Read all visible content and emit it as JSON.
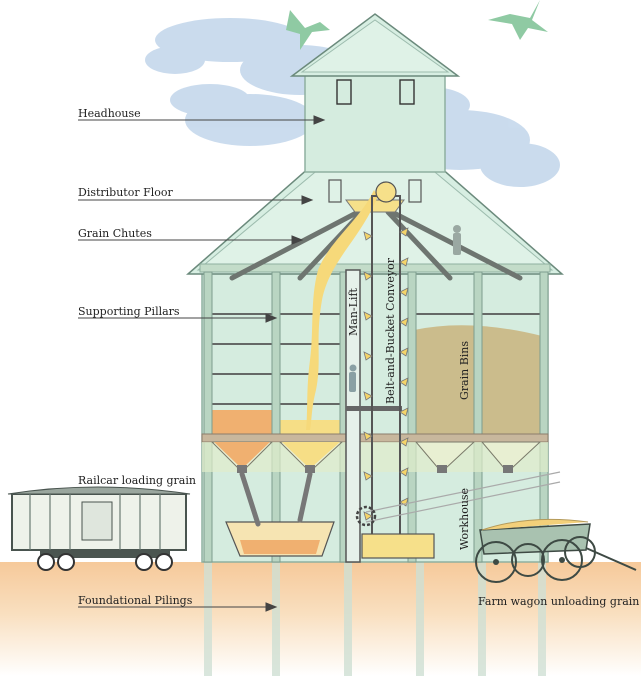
{
  "labels": {
    "headhouse": "Headhouse",
    "distributor_floor": "Distributor Floor",
    "grain_chutes": "Grain Chutes",
    "supporting_pillars": "Supporting Pillars",
    "railcar": "Railcar loading grain",
    "foundational_pilings": "Foundational Pilings",
    "farm_wagon": "Farm wagon unloading grain",
    "man_lift": "Man-Lift",
    "conveyor": "Belt-and-Bucket Conveyor",
    "grain_bins": "Grain Bins",
    "workhouse": "Workhouse"
  },
  "colors": {
    "building": "#cfe9dc",
    "frame": "#8fb0a0",
    "roof_edge": "#6b8a7c",
    "grain": "#f3c66a",
    "grain_light": "#f6de86",
    "grain_orange": "#f0b070",
    "bin_brown": "#cbb98a",
    "ground": "#f8d8ad",
    "sky": "#b7cfe8",
    "bird": "#8fcaa3",
    "dark": "#4b4b4b"
  }
}
